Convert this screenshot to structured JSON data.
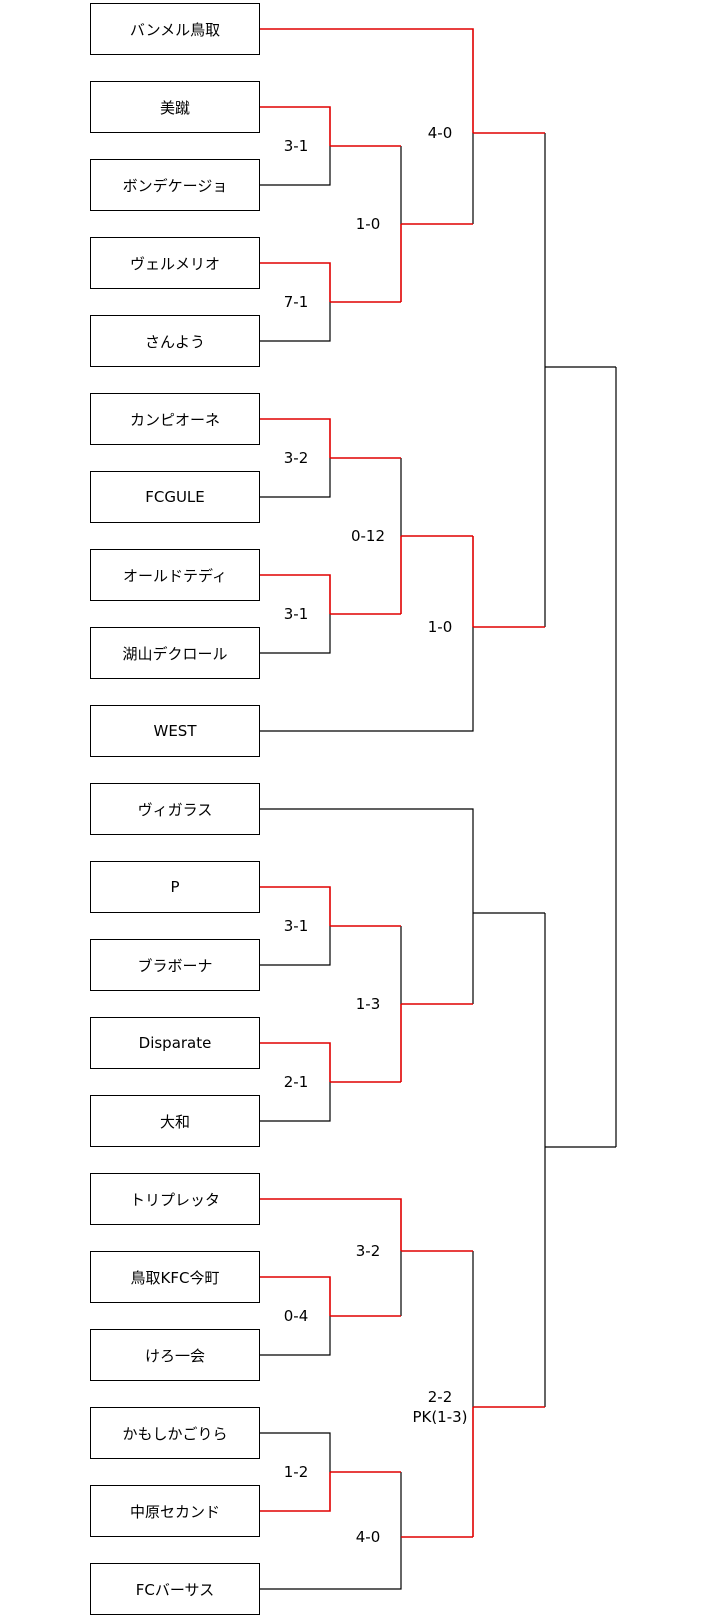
{
  "teams": [
    "バンメル鳥取",
    "美蹴",
    "ボンデケージョ",
    "ヴェルメリオ",
    "さんよう",
    "カンピオーネ",
    "FCGULE",
    "オールドテディ",
    "湖山デクロール",
    "WEST",
    "ヴィガラス",
    "P",
    "ブラボーナ",
    "Disparate",
    "大和",
    "トリプレッタ",
    "鳥取KFC今町",
    "けろ一会",
    "かもしかごりら",
    "中原セカンド",
    "FCバーサス"
  ],
  "scores": {
    "r1_m1": "3-1",
    "r1_m2": "7-1",
    "r1_m3": "3-2",
    "r1_m4": "3-1",
    "r1_m5": "3-1",
    "r1_m6": "2-1",
    "r1_m7": "0-4",
    "r1_m8": "1-2",
    "r2_m1": "1-0",
    "r2_m2": "0-12",
    "r2_m3": "1-3",
    "r2_m4": "3-2",
    "r2_m5": "4-0",
    "r3_m1": "4-0",
    "r3_m2": "1-0",
    "r3_m3_line1": "2-2",
    "r3_m3_line2": "PK(1-3)"
  },
  "colors": {
    "winner_line": "#e00000",
    "normal_line": "#000000"
  }
}
